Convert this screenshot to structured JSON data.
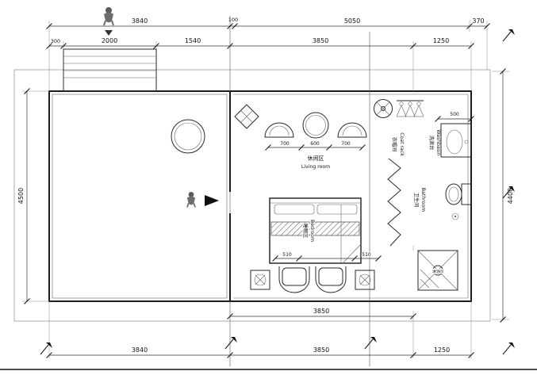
{
  "dims": {
    "top_row": [
      "3840",
      "100",
      "5050",
      "370"
    ],
    "second_row": [
      "300",
      "2000",
      "1540",
      "3850",
      "1250"
    ],
    "left_height": "4500",
    "right_height": "4400",
    "bottom_inner": "3850",
    "bottom_row": [
      "3840",
      "3850",
      "1250"
    ],
    "sofa": [
      "700",
      "600",
      "700"
    ],
    "washbasin_width": "500",
    "bed_side": [
      "510",
      "510"
    ]
  },
  "rooms": {
    "living_zh": "休闲区",
    "living_en": "Living room",
    "bedroom_zh": "睡眠区",
    "bedroom_en": "Bedroom",
    "coatrack_zh": "衣帽间",
    "coatrack_en": "Coat rack",
    "washbasin_zh": "洗漱台",
    "washbasin_en": "Washbasin",
    "bathroom_zh": "卫生间",
    "bathroom_en": "Bathroom",
    "shower_zh": "淋浴间"
  }
}
